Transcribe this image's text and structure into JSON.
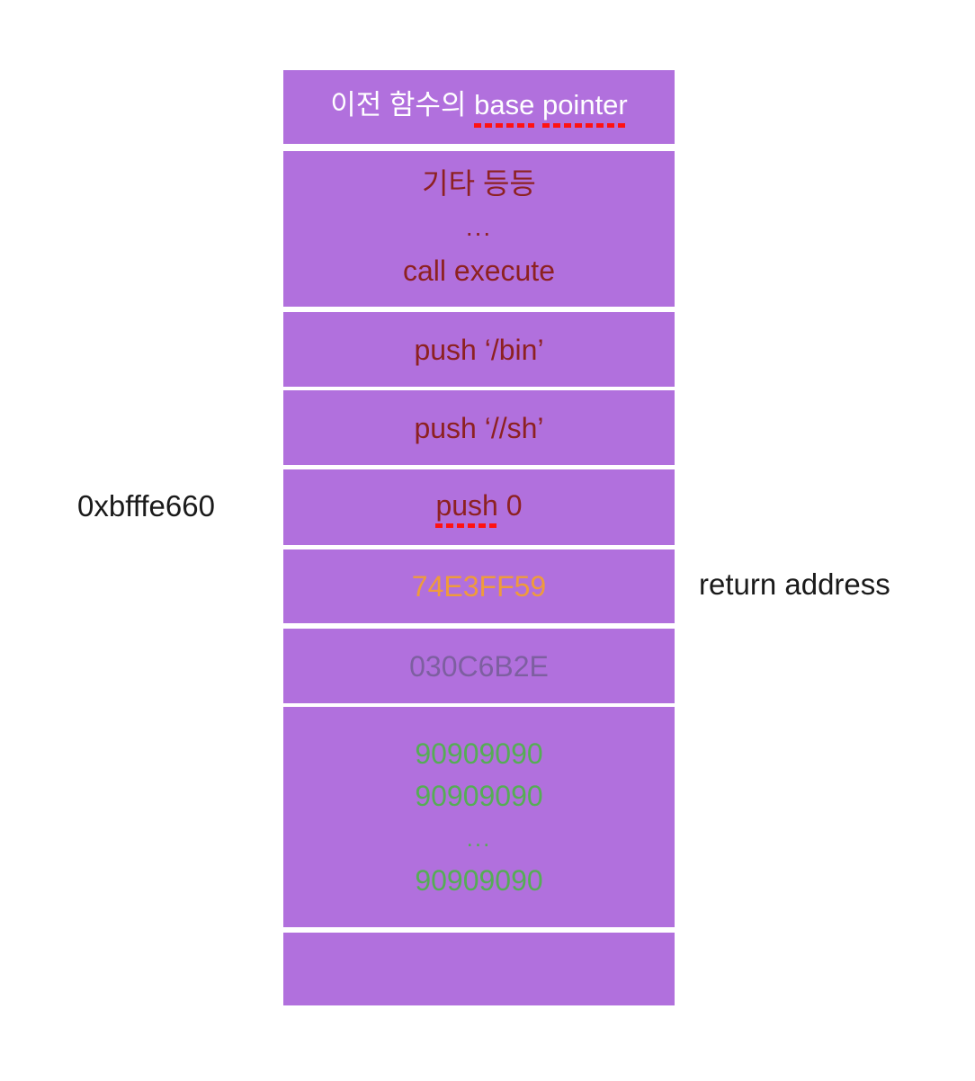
{
  "labels": {
    "stack_address": "0xbfffe660",
    "return_address": "return address"
  },
  "stack": {
    "box1": {
      "prefix": "이전 함수의",
      "underlined_word_1": "base",
      "underlined_word_2": "pointer"
    },
    "box2": {
      "line1": "기타 등등",
      "ellipsis": "...",
      "line2": "call execute"
    },
    "box3": {
      "text": "push ‘/bin’"
    },
    "box4": {
      "text": "push ‘//sh’"
    },
    "box5": {
      "underlined": "push",
      "rest": "0"
    },
    "box6": {
      "text": "74E3FF59"
    },
    "box7": {
      "text": "030C6B2E"
    },
    "box8": {
      "line1": "90909090",
      "line2": "90909090",
      "ellipsis": "...",
      "line3": "90909090"
    },
    "box9": {
      "text": ""
    }
  },
  "colors": {
    "box_fill": "#b170dd",
    "dark_red_text": "#8d2121",
    "white_text": "#ffffff",
    "orange_text": "#ef9b3c",
    "muted_purple_text": "#7d5fa0",
    "green_text": "#55ad55",
    "spellcheck_underline": "#ff1212",
    "label_text": "#1a1a1a",
    "background": "#ffffff"
  }
}
